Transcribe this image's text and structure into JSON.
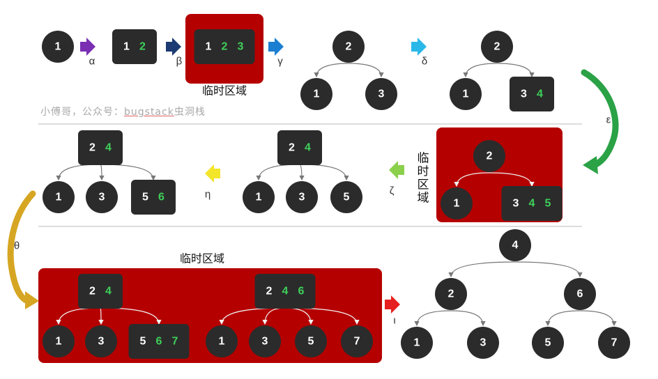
{
  "colors": {
    "node": "#2b2b2b",
    "text_white": "#ffffff",
    "text_green": "#3fcf5a",
    "region": "#b50000",
    "edge_dark": "#777777",
    "edge_light": "#f2f2f2",
    "divider": "#bbbbbb",
    "alpha": "#7a2fb3",
    "beta": "#1d3b72",
    "gamma": "#1b7fd1",
    "delta": "#2ab8e8",
    "epsilon": "#2aa245",
    "zeta": "#8bd04a",
    "eta": "#f3e52a",
    "theta": "#d6a623",
    "iota": "#e62020"
  },
  "temp_region_label": "临时区域",
  "watermark": {
    "prefix": "小傅哥，公众号：",
    "brand": "bugstack",
    "suffix": "虫洞栈"
  },
  "steps": [
    {
      "id": "alpha",
      "label": "α",
      "icon": "arrow-right-icon"
    },
    {
      "id": "beta",
      "label": "β",
      "icon": "arrow-right-icon"
    },
    {
      "id": "gamma",
      "label": "γ",
      "icon": "arrow-right-icon"
    },
    {
      "id": "delta",
      "label": "δ",
      "icon": "arrow-right-icon"
    },
    {
      "id": "epsilon",
      "label": "ε",
      "icon": "curved-arrow-icon"
    },
    {
      "id": "zeta",
      "label": "ζ",
      "icon": "arrow-left-icon"
    },
    {
      "id": "eta",
      "label": "η",
      "icon": "arrow-left-icon"
    },
    {
      "id": "theta",
      "label": "θ",
      "icon": "curved-arrow-icon"
    },
    {
      "id": "iota",
      "label": "ι",
      "icon": "arrow-right-icon"
    }
  ],
  "nodes": {
    "s1": [
      "1"
    ],
    "s2": [
      "1",
      "2"
    ],
    "s3": [
      "1",
      "2",
      "3"
    ],
    "t4": {
      "root": [
        "2"
      ],
      "children": [
        [
          "1"
        ],
        [
          "3"
        ]
      ]
    },
    "t5": {
      "root": [
        "2"
      ],
      "children": [
        [
          "1"
        ],
        [
          "3",
          "4"
        ]
      ]
    },
    "t6": {
      "root": [
        "2"
      ],
      "children": [
        [
          "1"
        ],
        [
          "3",
          "4",
          "5"
        ]
      ]
    },
    "t7": {
      "root": [
        "2",
        "4"
      ],
      "children": [
        [
          "1"
        ],
        [
          "3"
        ],
        [
          "5"
        ]
      ]
    },
    "t8": {
      "root": [
        "2",
        "4"
      ],
      "children": [
        [
          "1"
        ],
        [
          "3"
        ],
        [
          "5",
          "6"
        ]
      ]
    },
    "t9a": {
      "root": [
        "2",
        "4"
      ],
      "children": [
        [
          "1"
        ],
        [
          "3"
        ],
        [
          "5",
          "6",
          "7"
        ]
      ]
    },
    "t9b": {
      "root": [
        "2",
        "4",
        "6"
      ],
      "children": [
        [
          "1"
        ],
        [
          "3"
        ],
        [
          "5"
        ],
        [
          "7"
        ]
      ]
    },
    "t10": {
      "root": [
        "4"
      ],
      "children": [
        [
          "2"
        ],
        [
          "6"
        ]
      ],
      "grandchildren": [
        [
          "1"
        ],
        [
          "3"
        ],
        [
          "5"
        ],
        [
          "7"
        ]
      ]
    }
  }
}
